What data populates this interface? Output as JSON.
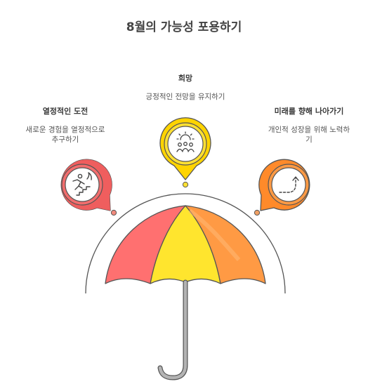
{
  "title": "8월의 가능성 포용하기",
  "items": [
    {
      "title": "열정적인 도전",
      "desc_line1": "새로운 경험을 열정적으로",
      "desc_line2": "추구하기",
      "icon": "running-up-stairs-icon",
      "color": "#f26d6d"
    },
    {
      "title": "희망",
      "desc_line1": "긍정적인 전망을 유지하기",
      "desc_line2": "",
      "icon": "sun-people-icon",
      "color": "#ffe033"
    },
    {
      "title": "미래를 향해 나아가기",
      "desc_line1": "개인적 성장을 위해 노력하",
      "desc_line2": "기",
      "icon": "dashed-arrow-icon",
      "color": "#ff9a44"
    }
  ]
}
